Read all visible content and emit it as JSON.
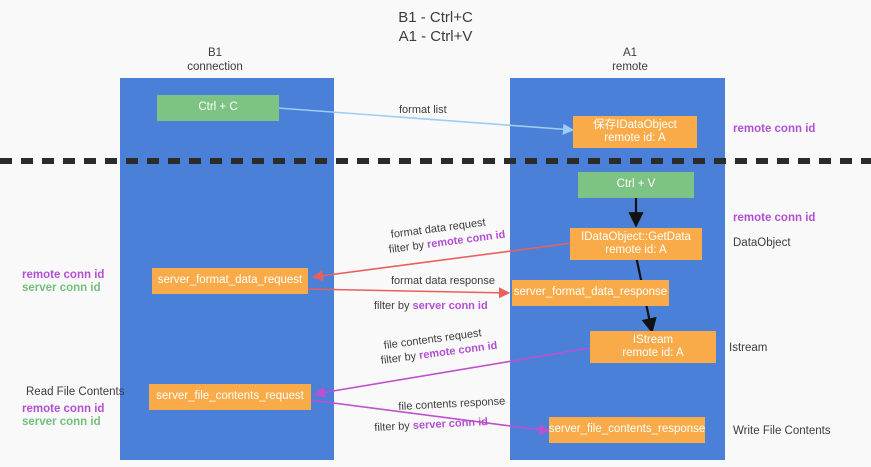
{
  "title": "B1 - Ctrl+C\nA1 - Ctrl+V",
  "colors": {
    "lane": "#4a80d8",
    "green_node": "#7dc383",
    "orange_node": "#f9ab4a",
    "remote_conn_id": "#b34fd4",
    "server_conn_id": "#74bf7c",
    "format_arrow": "#9dcdf0",
    "data_arrow": "#e8605d",
    "file_arrow": "#c04fd0",
    "black_arrow": "#111111",
    "divider": "#2b2b2b",
    "background": "#f9f9f9"
  },
  "lanes": [
    {
      "id": "b1",
      "title": "B1\nconnection"
    },
    {
      "id": "a1",
      "title": "A1\nremote"
    }
  ],
  "nodes": {
    "ctrl_c": "Ctrl + C",
    "ctrl_v": "Ctrl + V",
    "idataobject_save": "保存IDataObject\nremote id: A",
    "idataobject_getdata": "IDataObject::GetData\nremote id: A",
    "istream": "IStream\nremote id: A",
    "server_format_data_request": "server_format_data_request",
    "server_format_data_response": "server_format_data_response",
    "server_file_contents_request": "server_file_contents_request",
    "server_file_contents_response": "server_file_contents_response"
  },
  "right_labels": {
    "remote_conn_id_top": "remote conn id",
    "remote_conn_id_mid": "remote conn id",
    "dataobject": "DataObject",
    "istream": "Istream",
    "write_file_contents": "Write File Contents"
  },
  "left_labels": {
    "remote_conn_id": "remote conn id",
    "server_conn_id": "server conn id",
    "read_file_contents": "Read File Contents",
    "remote_conn_id_2": "remote conn id",
    "server_conn_id_2": "server conn id"
  },
  "edges": [
    {
      "id": "format-list",
      "text": "format list"
    },
    {
      "id": "format-data-request",
      "text": "format data request"
    },
    {
      "id": "format-data-request-filter",
      "prefix": "filter by ",
      "highlight": "remote conn id"
    },
    {
      "id": "format-data-response",
      "text": "format data response"
    },
    {
      "id": "format-data-response-filter",
      "prefix": "filter by ",
      "highlight": "server conn id"
    },
    {
      "id": "file-contents-request",
      "text": "file contents request"
    },
    {
      "id": "file-contents-request-filter",
      "prefix": "filter by ",
      "highlight": "remote conn id"
    },
    {
      "id": "file-contents-response",
      "text": "file contents response"
    },
    {
      "id": "file-contents-response-filter",
      "prefix": "filter by ",
      "highlight": "server conn id"
    }
  ]
}
